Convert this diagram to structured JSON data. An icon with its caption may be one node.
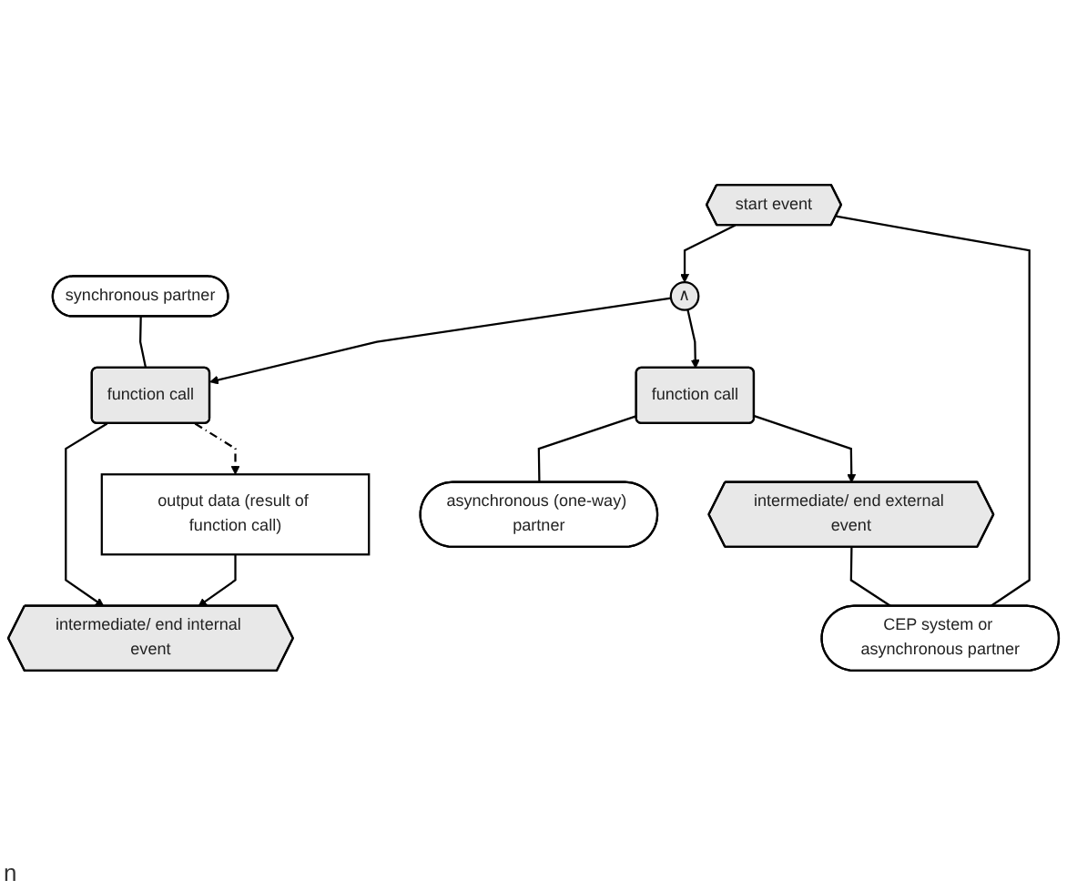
{
  "diagram": {
    "nodes": [
      {
        "text": [
          "synchronous partner"
        ]
      },
      {
        "text": [
          "function call"
        ]
      },
      {
        "text": [
          "intermediate/ end internal event"
        ]
      },
      {
        "text": [
          "start event"
        ]
      },
      {
        "text": [
          "∧"
        ]
      },
      {
        "text": [
          "output data (result of function call)"
        ]
      },
      {
        "text": [
          "function call"
        ]
      },
      {
        "text": [
          "intermediate/ end external event"
        ]
      },
      {
        "text": [
          "asynchronous (one-way) partner"
        ]
      },
      {
        "text": [
          "CEP system or asynchronous partner"
        ]
      }
    ],
    "edges": [
      {
        "from": 0,
        "to": 1,
        "arrow": "none"
      },
      {
        "from": 1,
        "to": 2,
        "arrow": "to"
      },
      {
        "from": 4,
        "to": 1,
        "arrow": "to"
      },
      {
        "from": 3,
        "to": 4,
        "arrow": "to"
      },
      {
        "from": 1,
        "to": 5,
        "arrow": "to",
        "style": "dashed"
      },
      {
        "from": 5,
        "to": 2,
        "arrow": "to"
      },
      {
        "from": 4,
        "to": 6,
        "arrow": "to"
      },
      {
        "from": 6,
        "to": 7,
        "arrow": "to"
      },
      {
        "from": 6,
        "to": 8,
        "arrow": "none"
      },
      {
        "from": 7,
        "to": 9,
        "arrow": "none"
      },
      {
        "from": 3,
        "to": 9,
        "arrow": "none"
      }
    ],
    "labels": [
      "n"
    ]
  }
}
